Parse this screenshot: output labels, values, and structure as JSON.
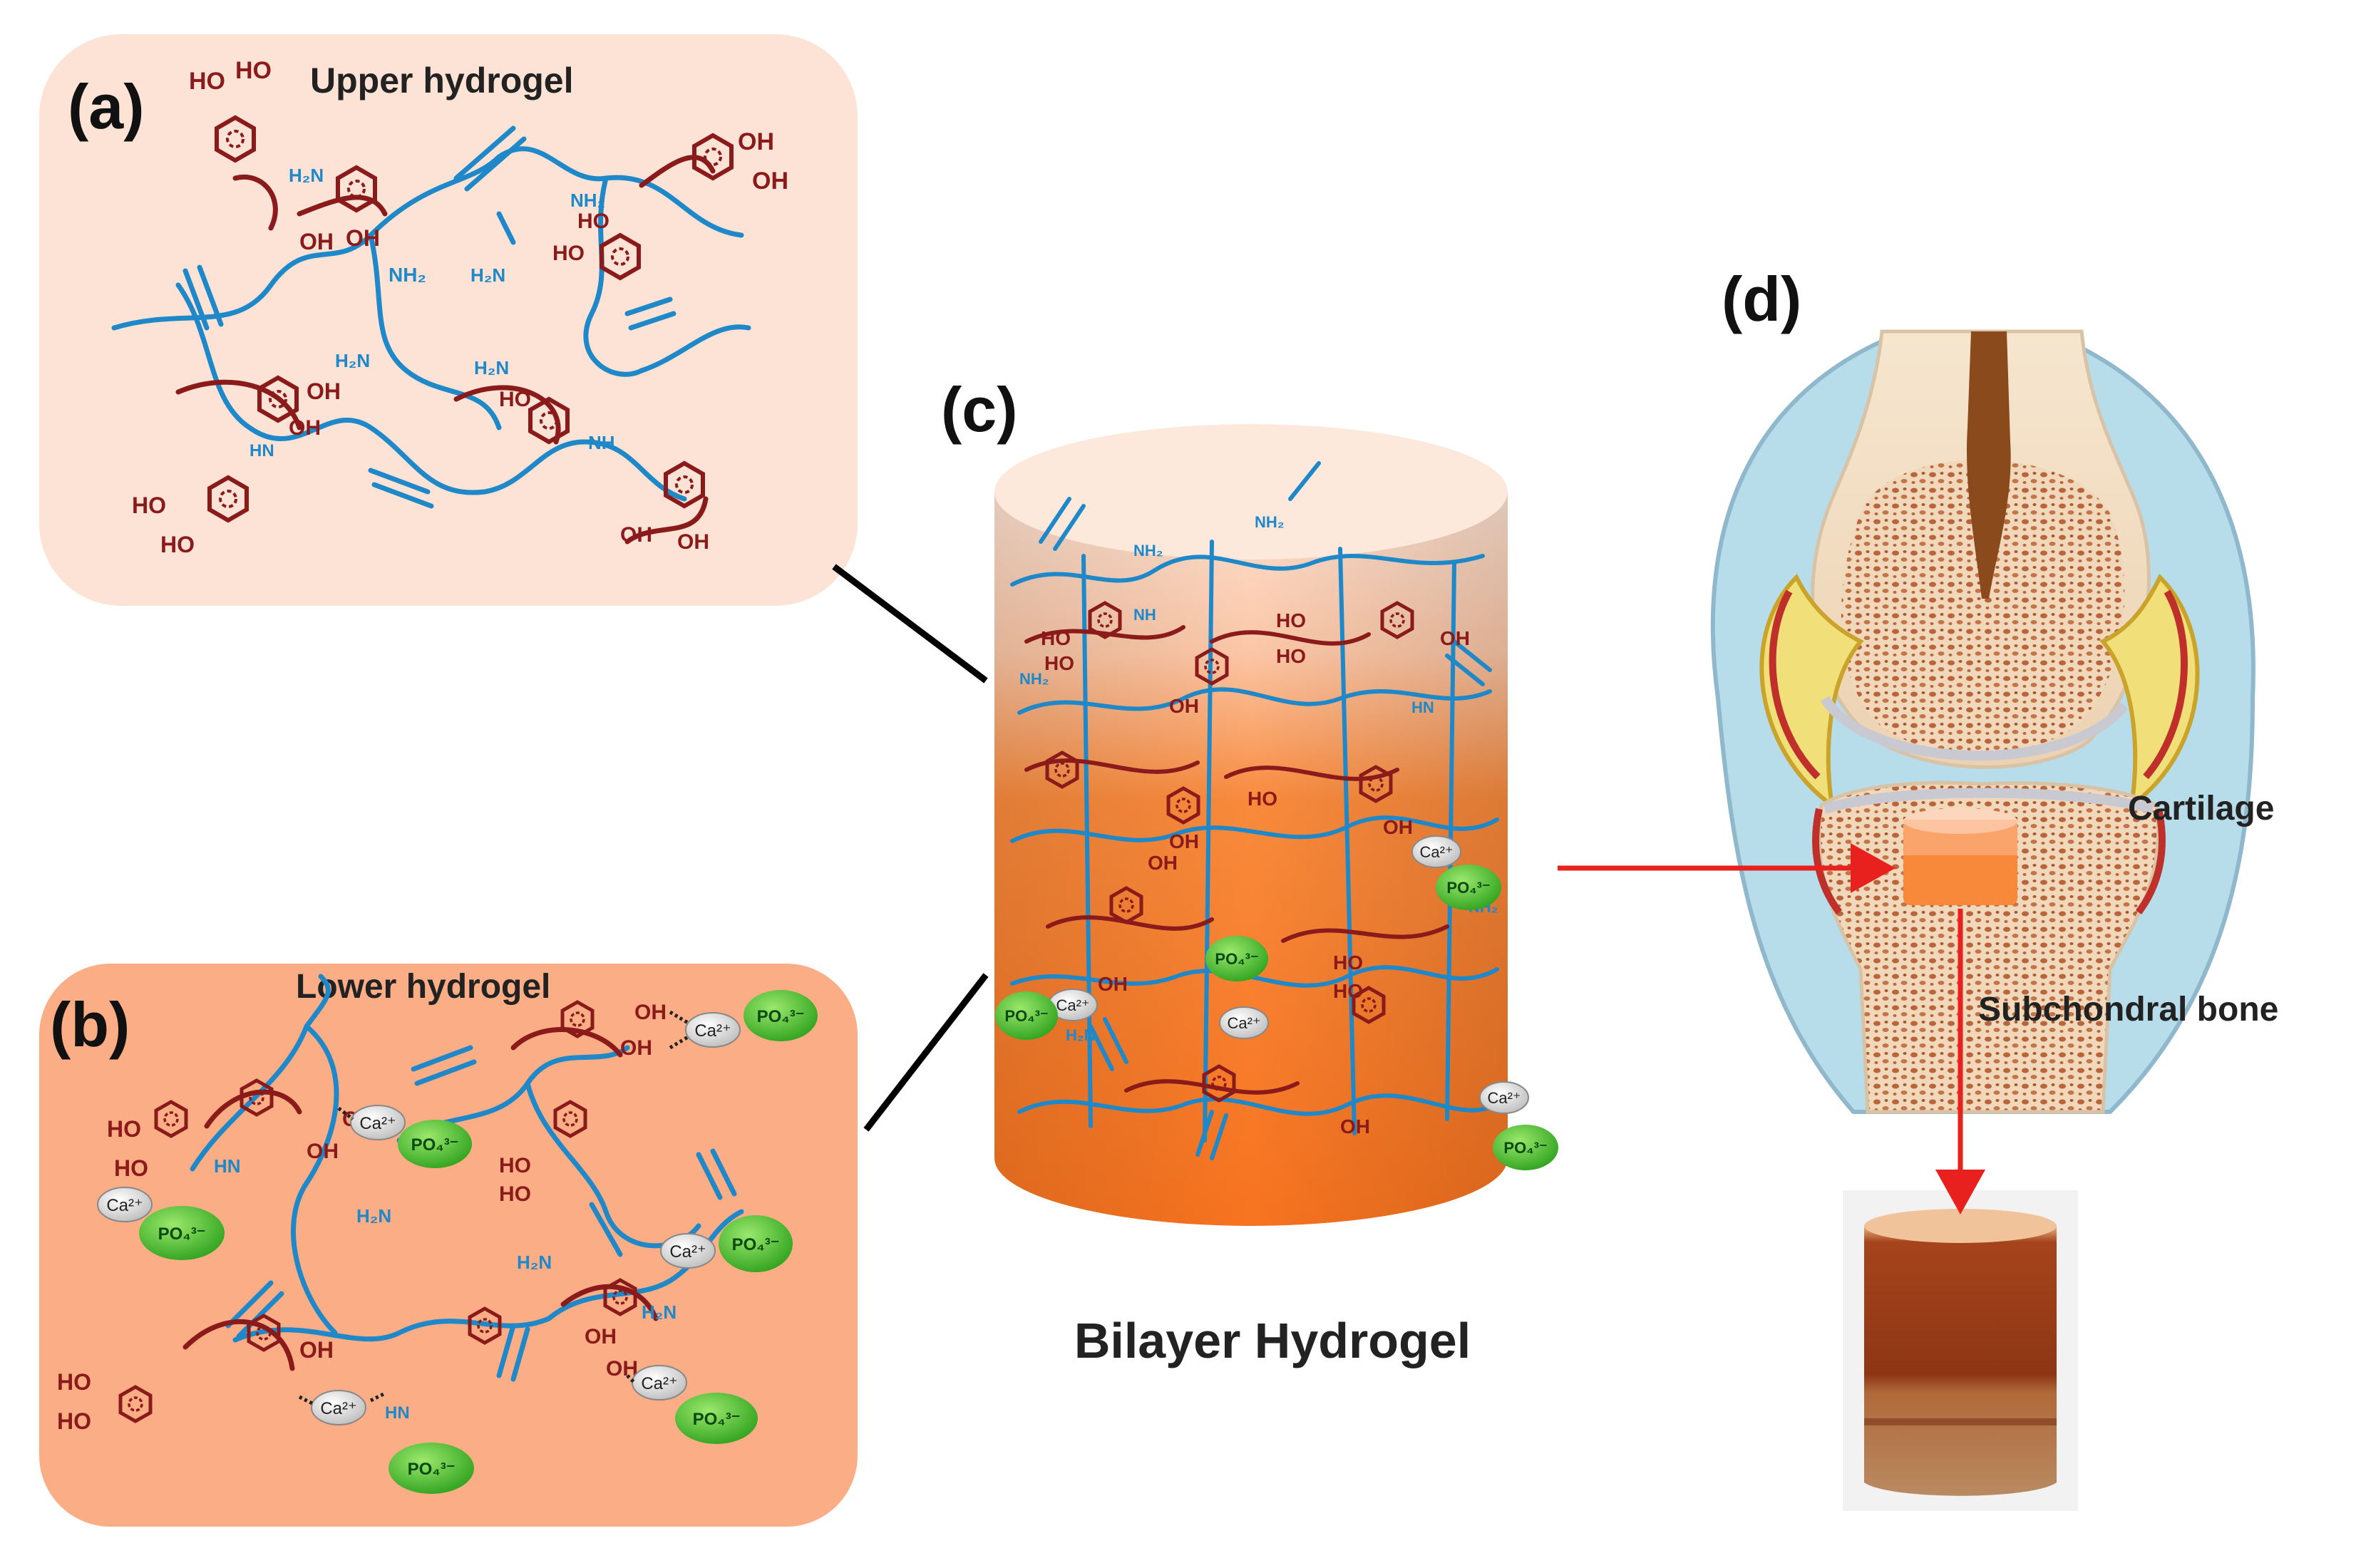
{
  "panels": {
    "a": {
      "label": "(a)",
      "title": "Upper hydrogel"
    },
    "b": {
      "label": "(b)",
      "title": "Lower hydrogel"
    },
    "c": {
      "label": "(c)",
      "caption": "Bilayer Hydrogel"
    },
    "d": {
      "label": "(d)",
      "cartilage": "Cartilage",
      "subchondral": "Subchondral bone"
    }
  },
  "chem": {
    "hydroxyl": "OH",
    "hydroxyl_left": "HO",
    "amine": "NH₂",
    "amine_left": "H₂N",
    "imine": "NH",
    "imine_left": "HN",
    "calcium": "Ca²⁺",
    "phosphate": "PO₄³⁻"
  },
  "colors": {
    "upper_panel": "#fde3d6",
    "lower_panel": "#fbae86",
    "catechol": "#8b1a1a",
    "polymer": "#1e88c8",
    "phosphate": "#4cbf2c",
    "arrow": "#e8201e",
    "connector": "#000000"
  }
}
